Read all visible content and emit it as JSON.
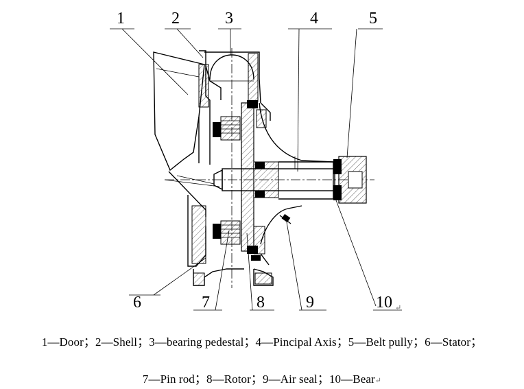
{
  "callouts": [
    "1",
    "2",
    "3",
    "4",
    "5",
    "6",
    "7",
    "8",
    "9",
    "10"
  ],
  "legend": {
    "line1": "1—Door；2—Shell；3—bearing pedestal；4—Pincipal Axis；5—Belt pully；6—Stator；",
    "line2": "7—Pin rod；8—Rotor；9—Air seal；10—Bear",
    "return_mark": "↵"
  }
}
